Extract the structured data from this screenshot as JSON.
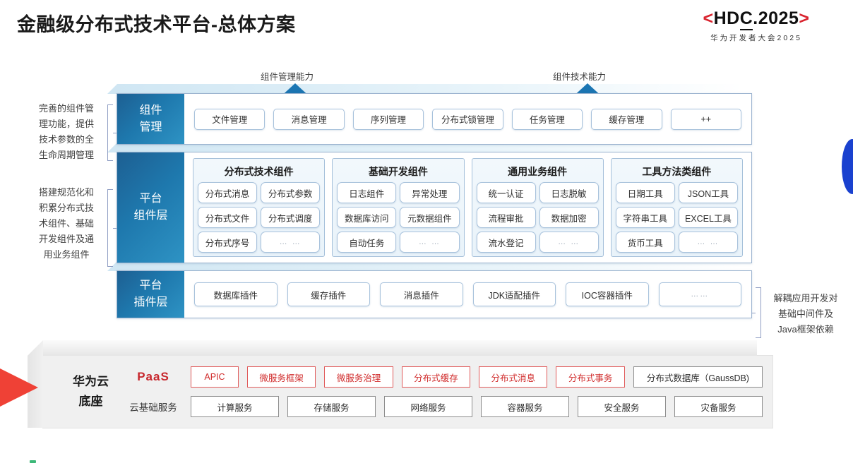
{
  "header": {
    "title": "金融级分布式技术平台-总体方案",
    "logo_bracket_left": "<",
    "logo_text_a": "HD",
    "logo_text_c": "C",
    "logo_text_b": ".2025",
    "logo_bracket_right": ">",
    "logo_subtitle": "华为开发者大会2025"
  },
  "arrows": [
    {
      "label": "组件管理能力"
    },
    {
      "label": "组件技术能力"
    }
  ],
  "side_notes": {
    "left_top": "完善的组件管\n理功能，提供\n技术参数的全\n生命周期管理",
    "left_bottom": "搭建规范化和\n积累分布式技\n术组件、基础\n开发组件及通\n用业务组件",
    "right": "解耦应用开发对\n基础中间件及\nJava框架依赖"
  },
  "rows": {
    "manage": {
      "label": "组件\n管理",
      "chips": [
        "文件管理",
        "消息管理",
        "序列管理",
        "分布式锁管理",
        "任务管理",
        "缓存管理",
        "++"
      ]
    },
    "component": {
      "label": "平台\n组件层",
      "groups": [
        {
          "title": "分布式技术组件",
          "cells": [
            "分布式消息",
            "分布式参数",
            "分布式文件",
            "分布式调度",
            "分布式序号",
            "… …"
          ]
        },
        {
          "title": "基础开发组件",
          "cells": [
            "日志组件",
            "异常处理",
            "数据库访问",
            "元数据组件",
            "自动任务",
            "… …"
          ]
        },
        {
          "title": "通用业务组件",
          "cells": [
            "统一认证",
            "日志脱敏",
            "流程审批",
            "数据加密",
            "流水登记",
            "… …"
          ]
        },
        {
          "title": "工具方法类组件",
          "cells": [
            "日期工具",
            "JSON工具",
            "字符串工具",
            "EXCEL工具",
            "货币工具",
            "… …"
          ]
        }
      ]
    },
    "plugin": {
      "label": "平台\n插件层",
      "chips": [
        "数据库插件",
        "缓存插件",
        "消息插件",
        "JDK适配插件",
        "IOC容器插件",
        "……"
      ]
    }
  },
  "base": {
    "title": "华为云\n底座",
    "paas_label": "PaaS",
    "cloud_label": "云基础服务",
    "paas_cells": [
      "APIC",
      "微服务框架",
      "微服务治理",
      "分布式缓存",
      "分布式消息",
      "分布式事务",
      "分布式数据库（GaussDB)"
    ],
    "cloud_cells": [
      "计算服务",
      "存储服务",
      "网络服务",
      "容器服务",
      "安全服务",
      "灾备服务"
    ]
  },
  "colors": {
    "accent_red": "#d02b2b",
    "accent_blue": "#1d78ad",
    "brand_red": "#d9232e",
    "lens_blue": "#1a41cf"
  }
}
